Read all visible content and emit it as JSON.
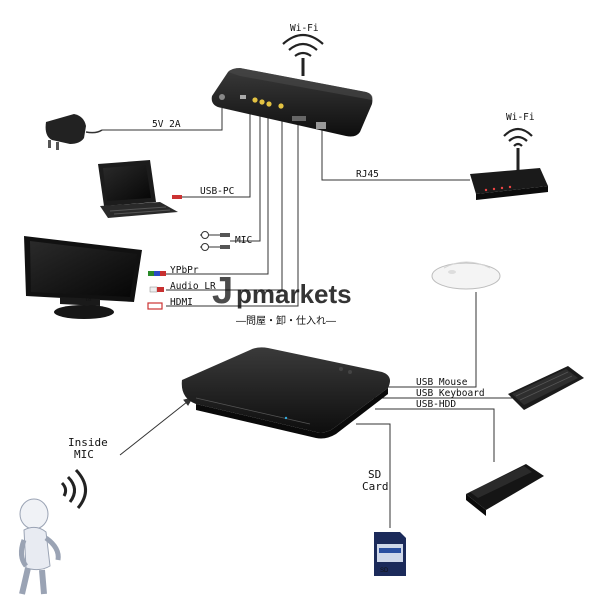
{
  "top_device": {
    "wifi_label": "Wi-Fi"
  },
  "router": {
    "wifi_label": "Wi-Fi",
    "link_label": "RJ45"
  },
  "left_connections": {
    "power": "5V 2A",
    "usb_pc": "USB-PC",
    "mic": "MIC",
    "ypbpr": "YPbPr",
    "audio_lr": "Audio LR",
    "hdmi": "HDMI"
  },
  "right_connections": {
    "usb_mouse": "USB Mouse",
    "usb_keyboard": "USB Keyboard",
    "usb_hdd": "USB-HDD"
  },
  "inside_mic": {
    "line1": "Inside",
    "line2": "MIC"
  },
  "sd_card": {
    "line1": "SD",
    "line2": "Card"
  },
  "watermark": {
    "brand_initial": "J",
    "brand_rest": "pmarkets",
    "subtitle": "—問屋・卸・仕入れ—"
  },
  "colors": {
    "device": "#1d1d1d",
    "line": "#333333",
    "watermark_red": "#d24a3c",
    "watermark_gray": "#b9b9b9"
  }
}
